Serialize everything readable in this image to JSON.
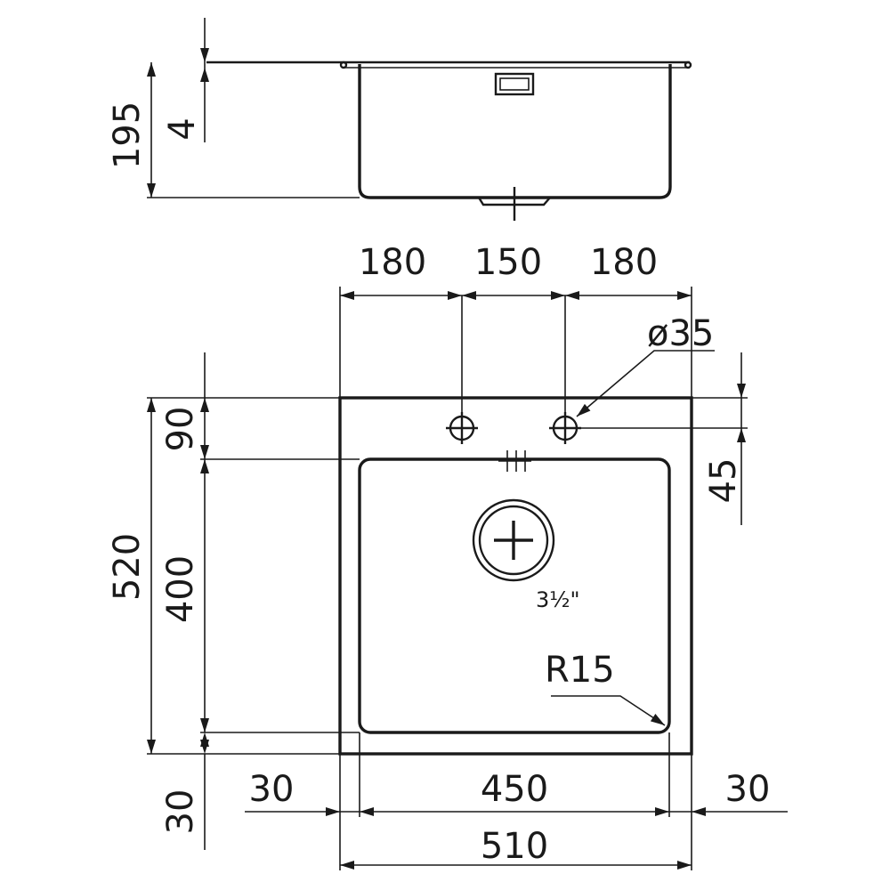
{
  "side_view": {
    "depth": "195",
    "rim_thickness": "4"
  },
  "top_view": {
    "tap_spacing_left": "180",
    "tap_spacing_middle": "150",
    "tap_spacing_right": "180",
    "tap_hole_diameter": "ø35",
    "back_ledge": "90",
    "tap_hole_offset": "45",
    "overall_depth": "520",
    "bowl_depth": "400",
    "front_ledge": "30",
    "side_left": "30",
    "bowl_width": "450",
    "side_right": "30",
    "overall_width": "510",
    "waste_size": "3½\"",
    "corner_radius": "R15"
  }
}
